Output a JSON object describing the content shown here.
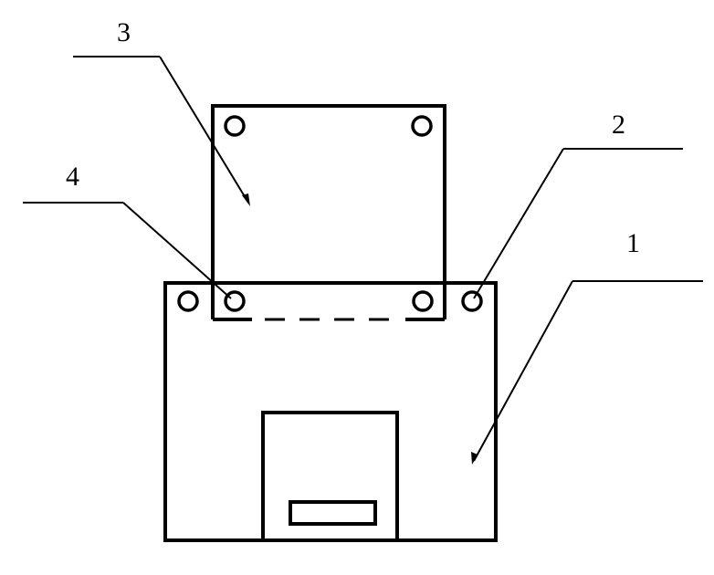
{
  "labels": {
    "label_1": "1",
    "label_2": "2",
    "label_3": "3",
    "label_4": "4"
  }
}
